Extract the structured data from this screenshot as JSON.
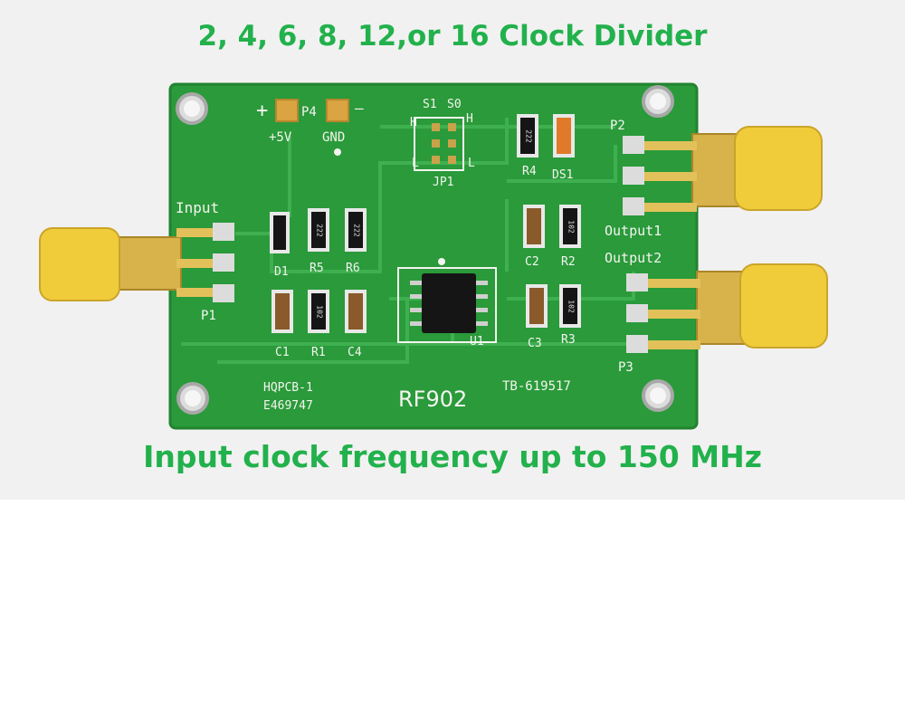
{
  "headline_top": "2, 4, 6, 8, 12,or 16 Clock Divider",
  "headline_bottom": "Input clock frequency up to 150 MHz",
  "colors": {
    "headline_green": "#22b14c",
    "pcb_green": "#2a9a3a",
    "silkscreen": "#f4f4f0",
    "connector_gold": "#e9c43a",
    "background": "#ffffff"
  },
  "board": {
    "power_plus": "+",
    "power_minus": "—",
    "p4": "P4",
    "plus5v": "+5V",
    "gnd": "GND",
    "s1": "S1",
    "s0": "S0",
    "h1": "H",
    "h2": "H",
    "l1": "L",
    "l2": "L",
    "jp1": "JP1",
    "input": "Input",
    "p1": "P1",
    "d1": "D1",
    "r5": "R5",
    "r6": "R6",
    "c1": "C1",
    "r1": "R1",
    "c4": "C4",
    "r4": "R4",
    "ds1": "DS1",
    "p2": "P2",
    "output1": "Output1",
    "c2": "C2",
    "r2": "R2",
    "output2": "Output2",
    "c3": "C3",
    "r3": "R3",
    "p3": "P3",
    "u1": "U1",
    "hqpcb": "HQPCB-1",
    "lot": "E469747",
    "model": "RF902",
    "tb": "TB-619517",
    "res_222_a": "222",
    "res_222_b": "222",
    "res_222_c": "222",
    "res_102_a": "102",
    "res_102_b": "102",
    "res_102_c": "102"
  }
}
